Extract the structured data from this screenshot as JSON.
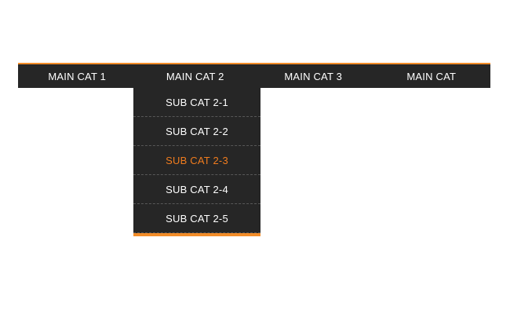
{
  "colors": {
    "page_background": "#ffffff",
    "menu_background": "#262626",
    "accent": "#f28c28",
    "active_text": "#f07c1e",
    "text": "#ffffff",
    "separator": "#585858"
  },
  "nav": {
    "items": [
      {
        "label": "MAIN CAT 1",
        "active": false,
        "has_submenu": false
      },
      {
        "label": "MAIN CAT 2",
        "active": false,
        "has_submenu": true
      },
      {
        "label": "MAIN CAT 3",
        "active": false,
        "has_submenu": false
      },
      {
        "label": "MAIN CAT",
        "active": false,
        "has_submenu": false
      }
    ]
  },
  "dropdown": {
    "parent_label": "MAIN CAT 2",
    "open": true,
    "items": [
      {
        "label": "SUB CAT 2-1",
        "active": false
      },
      {
        "label": "SUB CAT 2-2",
        "active": false
      },
      {
        "label": "SUB CAT 2-3",
        "active": true
      },
      {
        "label": "SUB CAT 2-4",
        "active": false
      },
      {
        "label": "SUB CAT 2-5",
        "active": false
      }
    ]
  }
}
